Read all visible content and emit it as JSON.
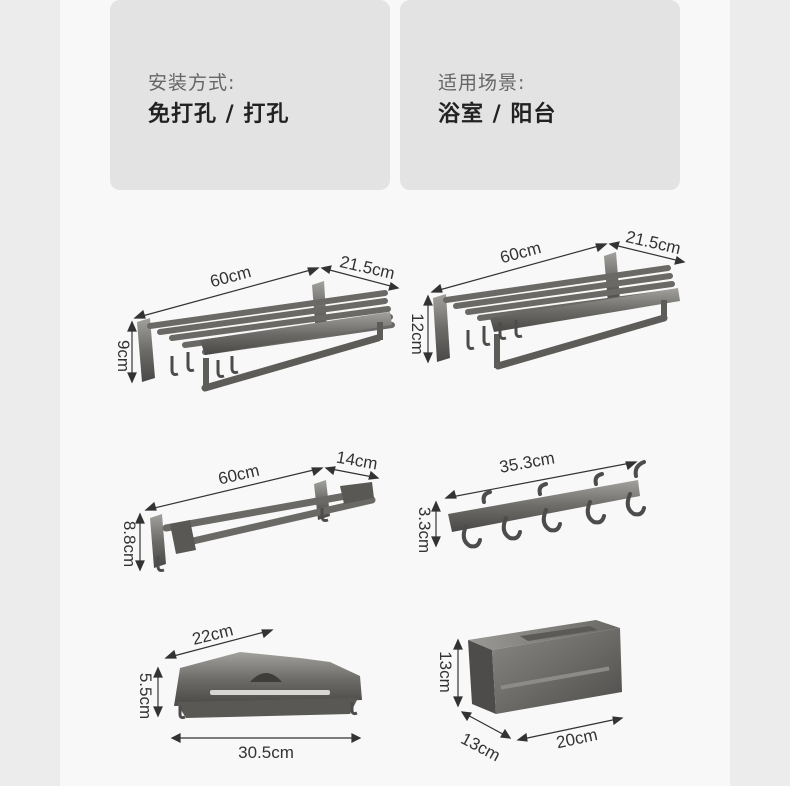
{
  "install": {
    "label": "安装方式:",
    "value": "免打孔 / 打孔"
  },
  "scene": {
    "label": "适用场景:",
    "value": "浴室 / 阳台"
  },
  "products": {
    "rack1": {
      "width": "60cm",
      "depth": "21.5cm",
      "height": "9cm"
    },
    "rack2": {
      "width": "60cm",
      "depth": "21.5cm",
      "height": "12cm"
    },
    "towel_bar": {
      "width": "60cm",
      "depth": "14cm",
      "height": "8.8cm"
    },
    "hook_rail": {
      "width": "35.3cm",
      "height": "3.3cm"
    },
    "corner_shelf": {
      "side": "22cm",
      "height": "5.5cm",
      "width": "30.5cm"
    },
    "tissue_box": {
      "height": "13cm",
      "depth": "13cm",
      "width": "20cm"
    }
  },
  "colors": {
    "metal": "#6e6c69",
    "metal_light": "#a3a19d",
    "metal_dark": "#4a4846",
    "card_bg": "#e3e3e3",
    "page_bg": "#f8f8f8"
  }
}
